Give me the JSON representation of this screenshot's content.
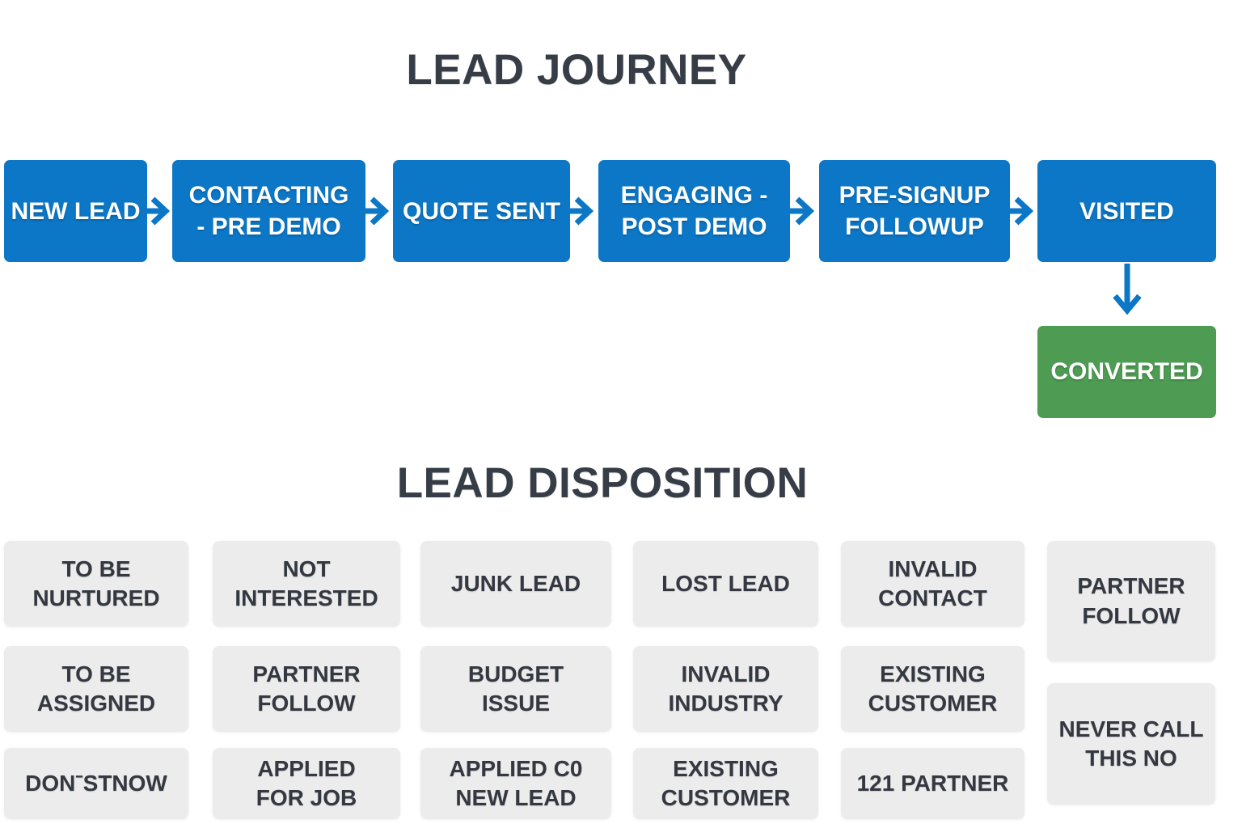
{
  "colors": {
    "stage_blue": "#0c77c6",
    "converted_green": "#4e9c53",
    "cell_gray": "#ececec",
    "title_dark": "#373d47",
    "arrow_blue": "#0c77c6",
    "cell_text": "#343841"
  },
  "journey": {
    "title": "LEAD JOURNEY",
    "stages": [
      {
        "id": "new-lead",
        "label": "NEW LEAD"
      },
      {
        "id": "contacting-pre-demo",
        "label": "CONTACTING\n- PRE DEMO"
      },
      {
        "id": "quote-sent",
        "label": "QUOTE SENT"
      },
      {
        "id": "engaging-post-demo",
        "label": "ENGAGING -\nPOST DEMO"
      },
      {
        "id": "pre-signup-followup",
        "label": "PRE-SIGNUP\nFOLLOWUP"
      },
      {
        "id": "visited",
        "label": "VISITED"
      }
    ],
    "converted_label": "CONVERTED"
  },
  "disposition": {
    "title": "LEAD DISPOSITION",
    "cells": [
      {
        "id": "to-be-nurtured",
        "label": "TO BE\nNURTURED",
        "col": 1,
        "row": 1
      },
      {
        "id": "not-interested",
        "label": "NOT\nINTERESTED",
        "col": 2,
        "row": 1
      },
      {
        "id": "junk-lead",
        "label": "JUNK LEAD",
        "col": 3,
        "row": 1
      },
      {
        "id": "lost-lead",
        "label": "LOST LEAD",
        "col": 4,
        "row": 1
      },
      {
        "id": "invalid-contact",
        "label": "INVALID\nCONTACT",
        "col": 5,
        "row": 1
      },
      {
        "id": "partner-follow",
        "label": "PARTNER\nFOLLOW",
        "col": 6,
        "row": 1,
        "tall": true
      },
      {
        "id": "to-be-assigned",
        "label": "TO BE\nASSIGNED",
        "col": 1,
        "row": 2
      },
      {
        "id": "partner-follow-2",
        "label": "PARTNER\nFOLLOW",
        "col": 2,
        "row": 2
      },
      {
        "id": "budget-issue",
        "label": "BUDGET\nISSUE",
        "col": 3,
        "row": 2
      },
      {
        "id": "invalid-industry",
        "label": "INVALID\nINDUSTRY",
        "col": 4,
        "row": 2
      },
      {
        "id": "existing-customer",
        "label": "EXISTING\nCUSTOMER",
        "col": 5,
        "row": 2
      },
      {
        "id": "never-call-this-no",
        "label": "NEVER CALL\nTHIS NO",
        "col": 6,
        "row": 2,
        "tall": true
      },
      {
        "id": "dont-know",
        "label": "DONˉSTNOW",
        "col": 1,
        "row": 3
      },
      {
        "id": "applied-for-job",
        "label": "APPLIED\nFOR JOB",
        "col": 2,
        "row": 3
      },
      {
        "id": "applied-to-new-lead",
        "label": "APPLIED C0\nNEW LEAD",
        "col": 3,
        "row": 3
      },
      {
        "id": "existing-customer-2",
        "label": "EXISTING\nCUSTOMER",
        "col": 4,
        "row": 3
      },
      {
        "id": "121-partner",
        "label": "121 PARTNER",
        "col": 5,
        "row": 3
      }
    ]
  }
}
